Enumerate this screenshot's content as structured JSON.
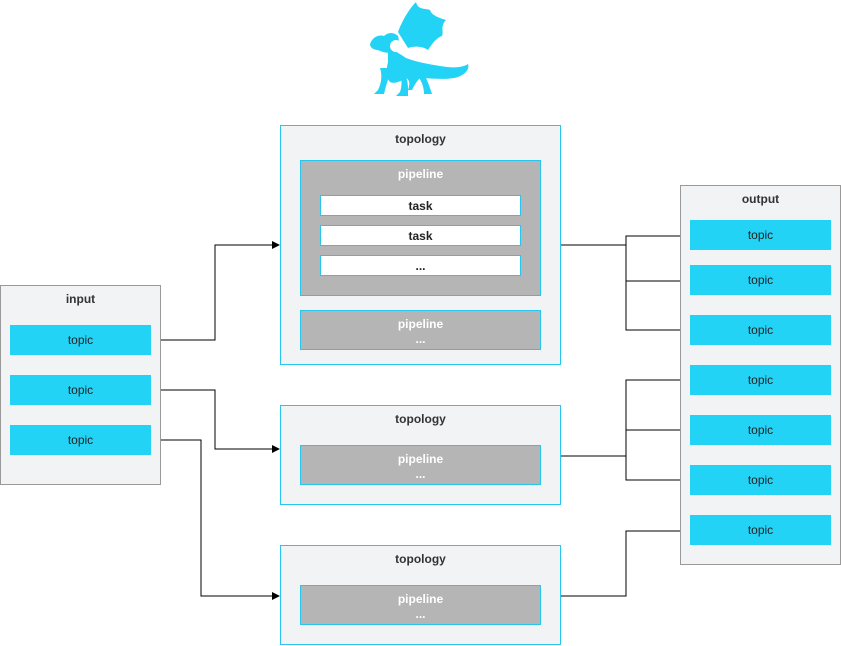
{
  "logo": {
    "name": "dragon-logo",
    "color": "#22d3f6"
  },
  "input": {
    "title": "input",
    "topics": [
      "topic",
      "topic",
      "topic"
    ]
  },
  "output": {
    "title": "output",
    "topics": [
      "topic",
      "topic",
      "topic",
      "topic",
      "topic",
      "topic",
      "topic"
    ]
  },
  "topologies": [
    {
      "title": "topology",
      "pipelines": [
        {
          "title": "pipeline",
          "tasks": [
            "task",
            "task",
            "..."
          ]
        },
        {
          "title": "pipeline",
          "more": "..."
        }
      ]
    },
    {
      "title": "topology",
      "pipelines": [
        {
          "title": "pipeline",
          "more": "..."
        }
      ]
    },
    {
      "title": "topology",
      "pipelines": [
        {
          "title": "pipeline",
          "more": "..."
        }
      ]
    }
  ],
  "colors": {
    "accent": "#22d3f6",
    "group_bg": "#f1f3f4",
    "pipeline_bg": "#b5b5b5",
    "line": "#000000"
  }
}
